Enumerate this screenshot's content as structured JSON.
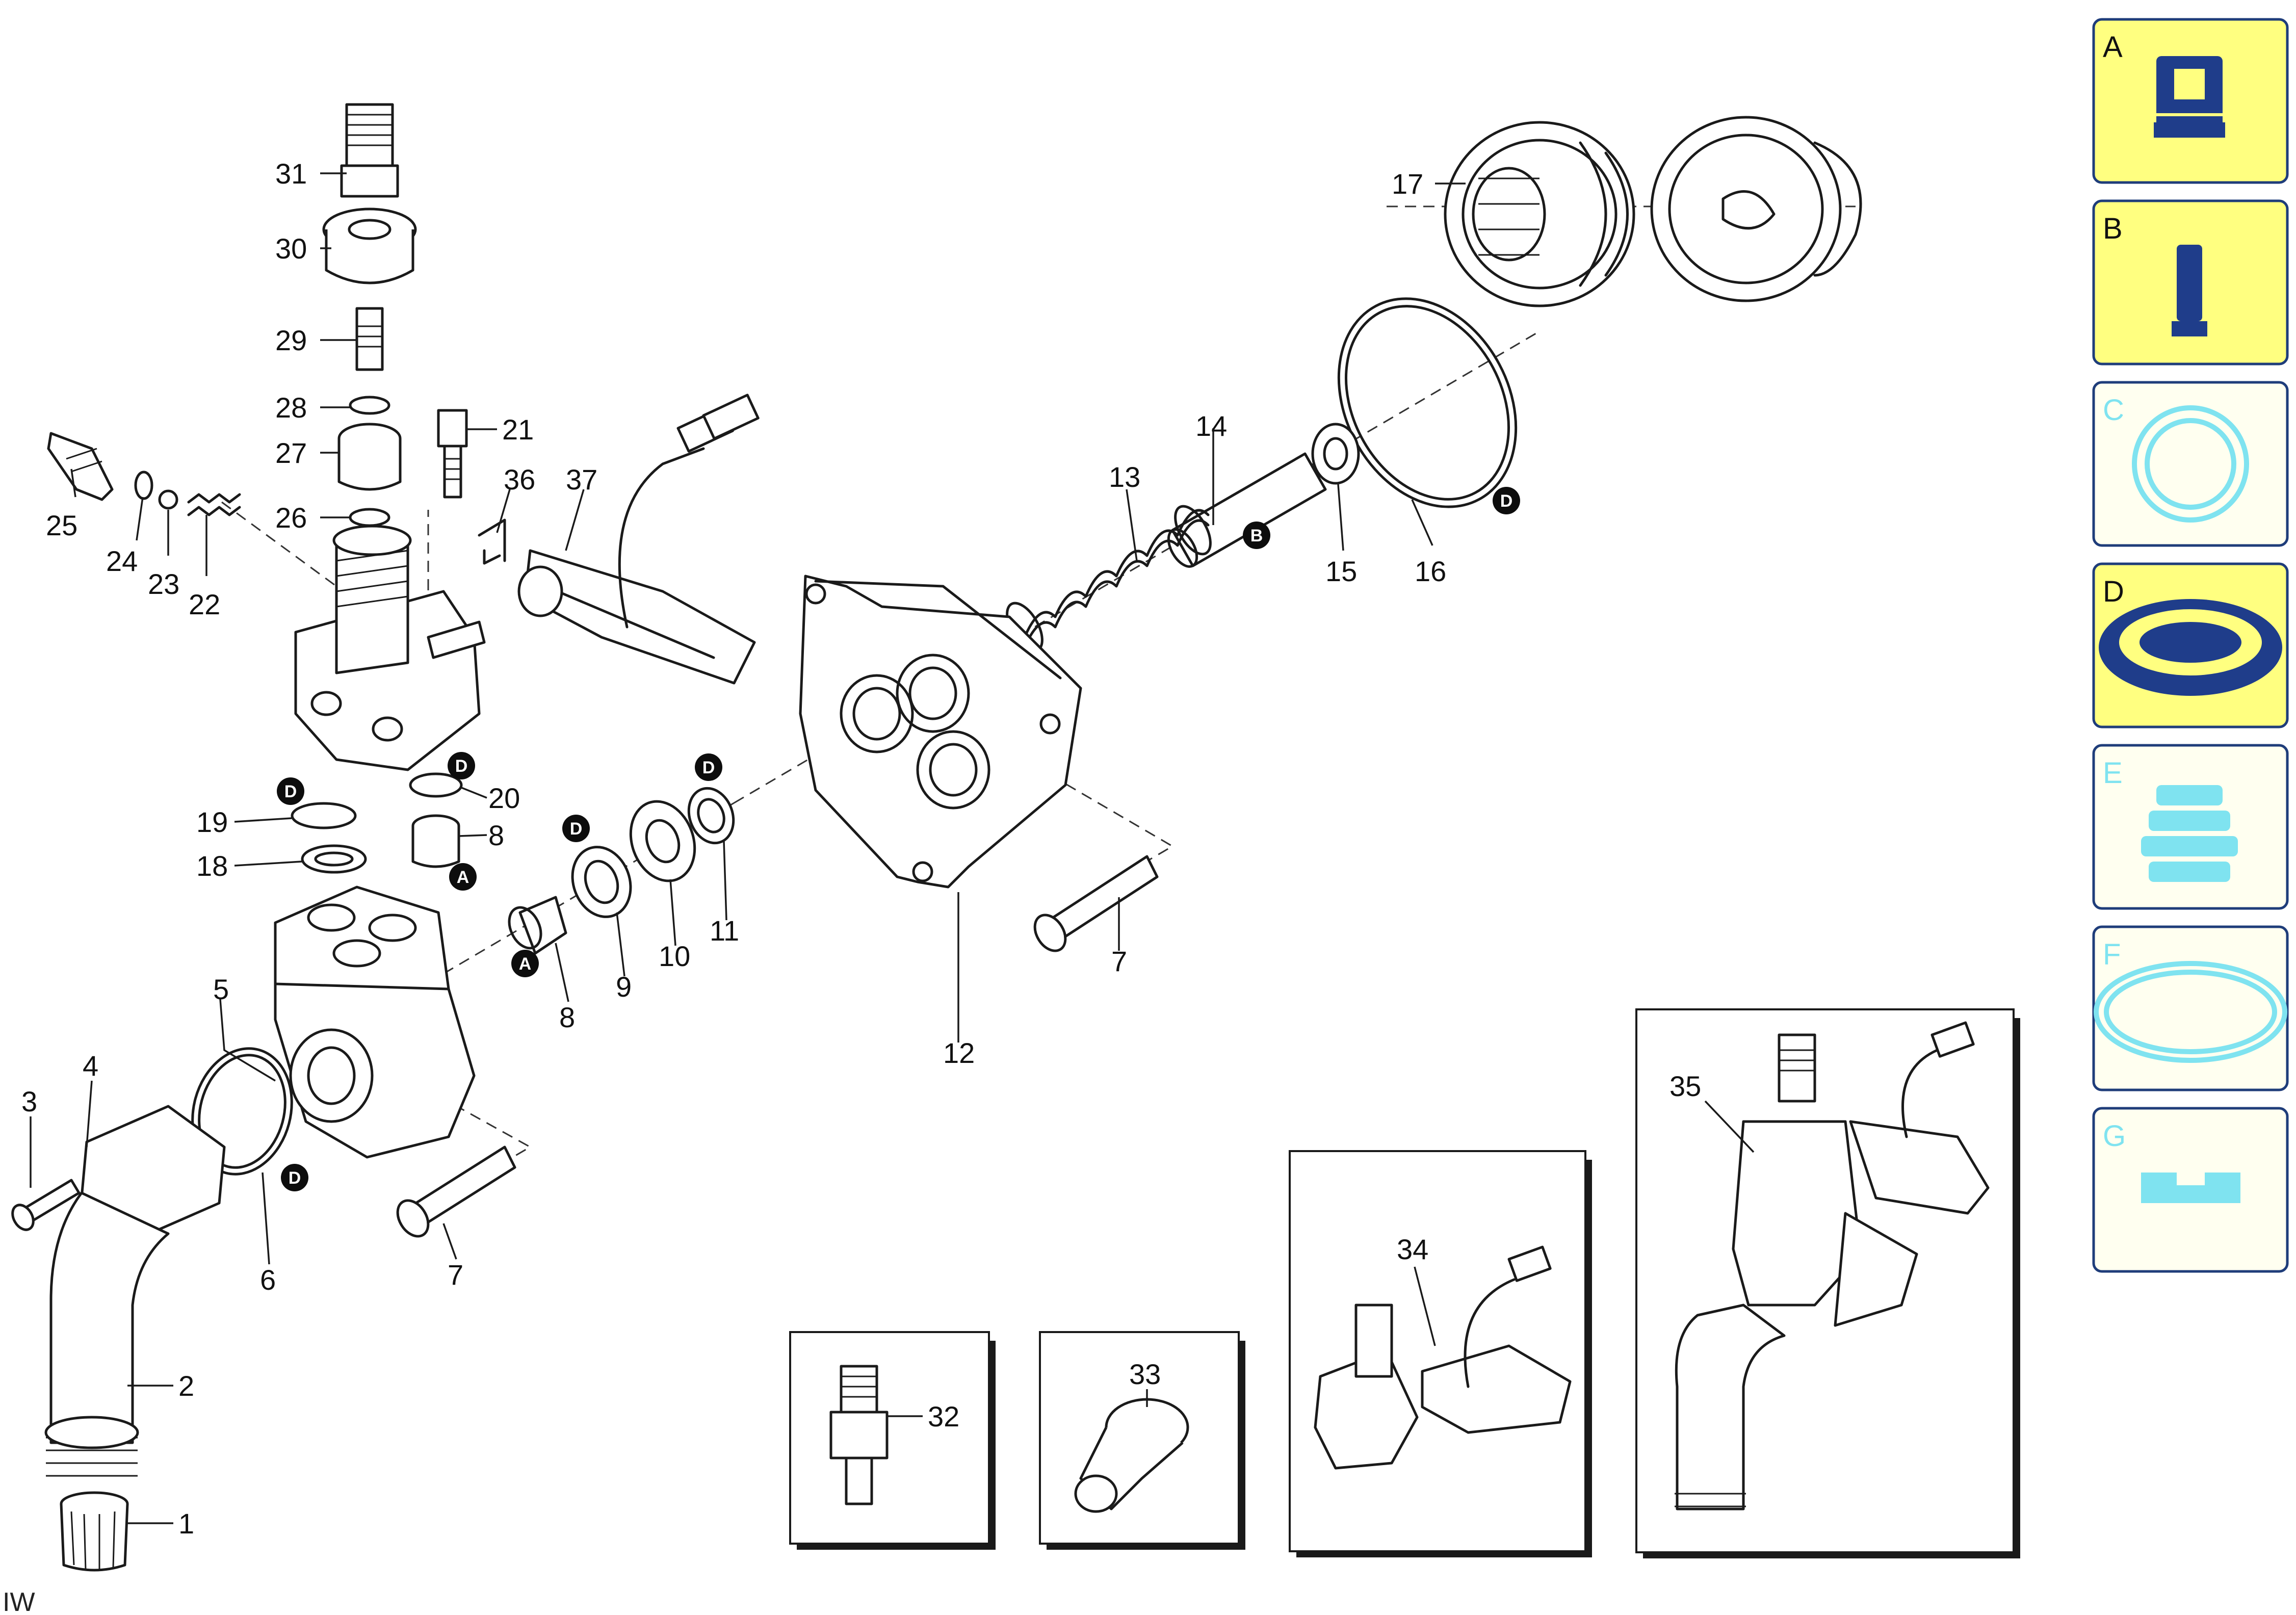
{
  "corner_label": "IW",
  "callouts": [
    {
      "id": "n31",
      "text": "31"
    },
    {
      "id": "n30",
      "text": "30"
    },
    {
      "id": "n29",
      "text": "29"
    },
    {
      "id": "n28",
      "text": "28"
    },
    {
      "id": "n27",
      "text": "27"
    },
    {
      "id": "n26",
      "text": "26"
    },
    {
      "id": "n21",
      "text": "21"
    },
    {
      "id": "n36",
      "text": "36"
    },
    {
      "id": "n37",
      "text": "37"
    },
    {
      "id": "n25",
      "text": "25"
    },
    {
      "id": "n24",
      "text": "24"
    },
    {
      "id": "n23",
      "text": "23"
    },
    {
      "id": "n22",
      "text": "22"
    },
    {
      "id": "n13",
      "text": "13"
    },
    {
      "id": "n14",
      "text": "14"
    },
    {
      "id": "n15",
      "text": "15"
    },
    {
      "id": "n16",
      "text": "16"
    },
    {
      "id": "n17",
      "text": "17"
    },
    {
      "id": "n19",
      "text": "19"
    },
    {
      "id": "n18",
      "text": "18"
    },
    {
      "id": "n20",
      "text": "20"
    },
    {
      "id": "n8a",
      "text": "8"
    },
    {
      "id": "n8b",
      "text": "8"
    },
    {
      "id": "n9",
      "text": "9"
    },
    {
      "id": "n10",
      "text": "10"
    },
    {
      "id": "n11",
      "text": "11"
    },
    {
      "id": "n12",
      "text": "12"
    },
    {
      "id": "n7a",
      "text": "7"
    },
    {
      "id": "n7b",
      "text": "7"
    },
    {
      "id": "n5",
      "text": "5"
    },
    {
      "id": "n4",
      "text": "4"
    },
    {
      "id": "n3",
      "text": "3"
    },
    {
      "id": "n6",
      "text": "6"
    },
    {
      "id": "n2",
      "text": "2"
    },
    {
      "id": "n1",
      "text": "1"
    },
    {
      "id": "n32",
      "text": "32"
    },
    {
      "id": "n33",
      "text": "33"
    },
    {
      "id": "n34",
      "text": "34"
    },
    {
      "id": "n35",
      "text": "35"
    }
  ],
  "badges": [
    {
      "id": "bA1",
      "text": "A"
    },
    {
      "id": "bA2",
      "text": "A"
    },
    {
      "id": "bB",
      "text": "B"
    },
    {
      "id": "bD1",
      "text": "D"
    },
    {
      "id": "bD2",
      "text": "D"
    },
    {
      "id": "bD3",
      "text": "D"
    },
    {
      "id": "bD4",
      "text": "D"
    },
    {
      "id": "bD5",
      "text": "D"
    }
  ],
  "legend": [
    {
      "letter": "A",
      "active": true,
      "fill": "#ffff80",
      "letter_color": "#111111",
      "icon": "valve-insert-icon",
      "icon_color": "#1f3d8a"
    },
    {
      "letter": "B",
      "active": true,
      "fill": "#ffff80",
      "letter_color": "#111111",
      "icon": "piston-icon",
      "icon_color": "#1f3d8a"
    },
    {
      "letter": "C",
      "active": false,
      "fill": "#fffff0",
      "letter_color": "#7fe3f0",
      "icon": "flat-gasket-icon",
      "icon_color": "#7fe3f0"
    },
    {
      "letter": "D",
      "active": true,
      "fill": "#ffff80",
      "letter_color": "#111111",
      "icon": "seal-ring-icon",
      "icon_color": "#1f3d8a"
    },
    {
      "letter": "E",
      "active": false,
      "fill": "#fffff0",
      "letter_color": "#7fe3f0",
      "icon": "bellows-icon",
      "icon_color": "#7fe3f0"
    },
    {
      "letter": "F",
      "active": false,
      "fill": "#fffff0",
      "letter_color": "#7fe3f0",
      "icon": "o-ring-icon",
      "icon_color": "#7fe3f0"
    },
    {
      "letter": "G",
      "active": false,
      "fill": "#fffff0",
      "letter_color": "#7fe3f0",
      "icon": "profile-seal-icon",
      "icon_color": "#7fe3f0"
    }
  ]
}
